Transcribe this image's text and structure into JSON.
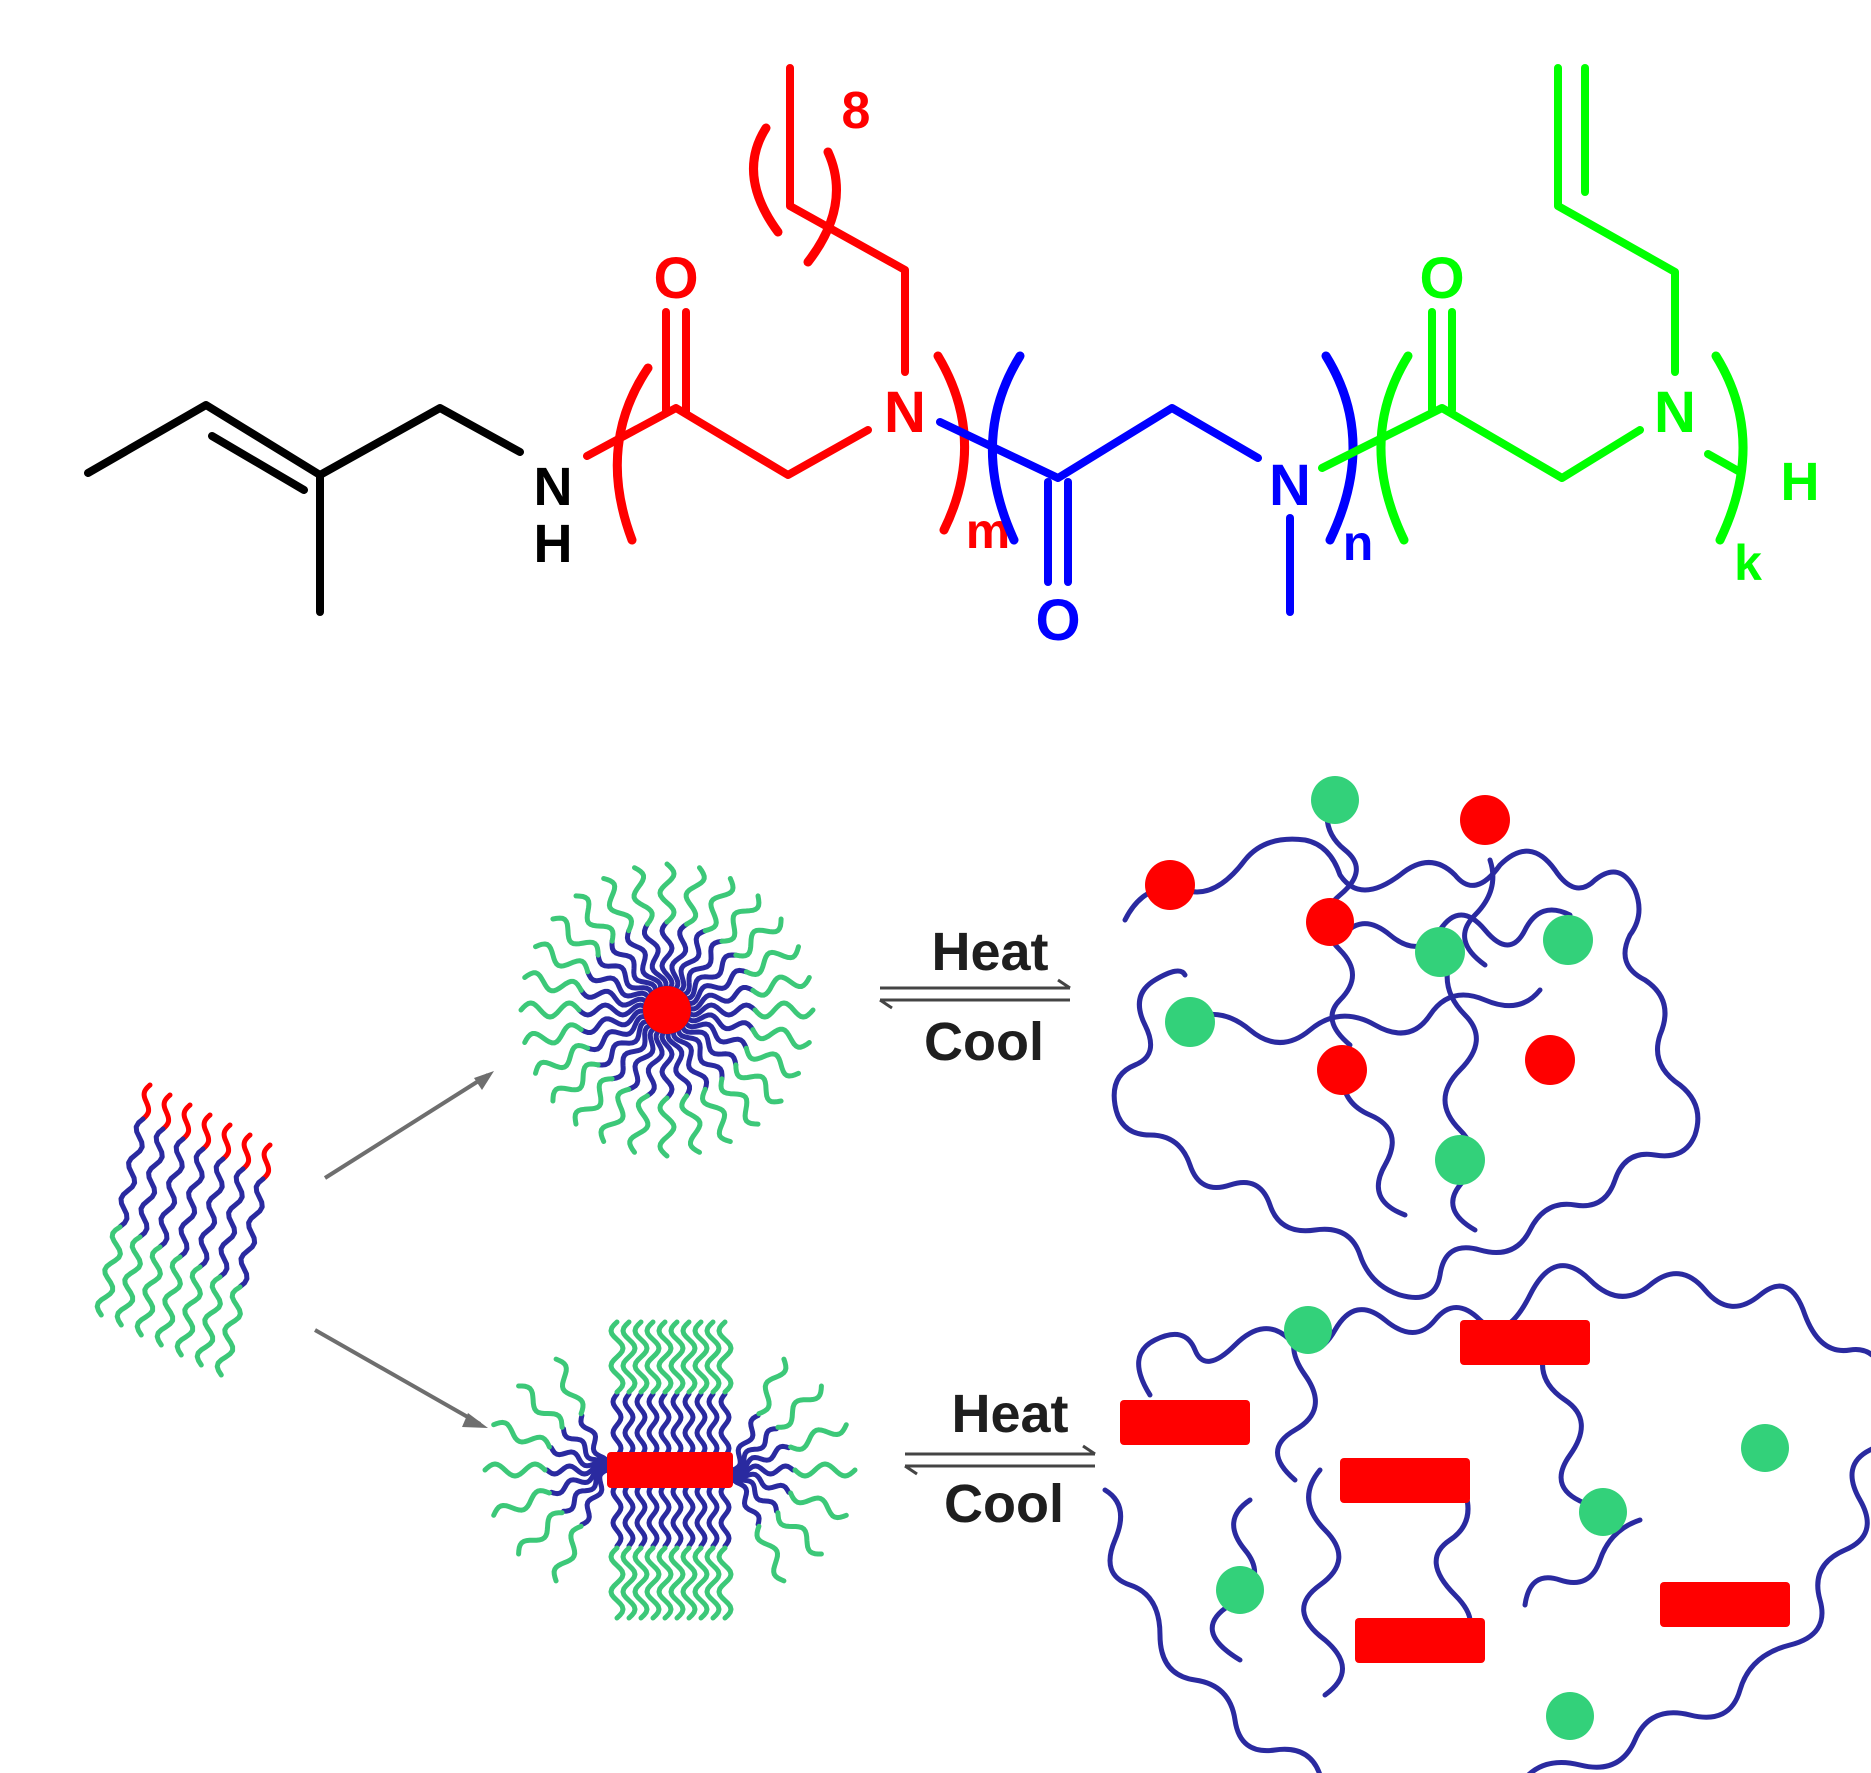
{
  "colors": {
    "black": "#000000",
    "red": "#ff0000",
    "blue": "#0000ff",
    "green": "#00ff00",
    "chain_blue": "#2a2aa0",
    "chain_green": "#3cc878",
    "bead_green": "#33d17a",
    "bead_red": "#ff0000",
    "arrow_gray": "#6e6e6e"
  },
  "structure": {
    "nh_n": "N",
    "nh_h": "H",
    "red_o": "O",
    "red_n": "N",
    "red_repeat": "8",
    "red_sub": "m",
    "blue_o": "O",
    "blue_n": "N",
    "blue_sub": "n",
    "green_o": "O",
    "green_n": "N",
    "green_end_h": "H",
    "green_sub": "k"
  },
  "scheme": {
    "top_heat": "Heat",
    "top_cool": "Cool",
    "bottom_heat": "Heat",
    "bottom_cool": "Cool"
  }
}
